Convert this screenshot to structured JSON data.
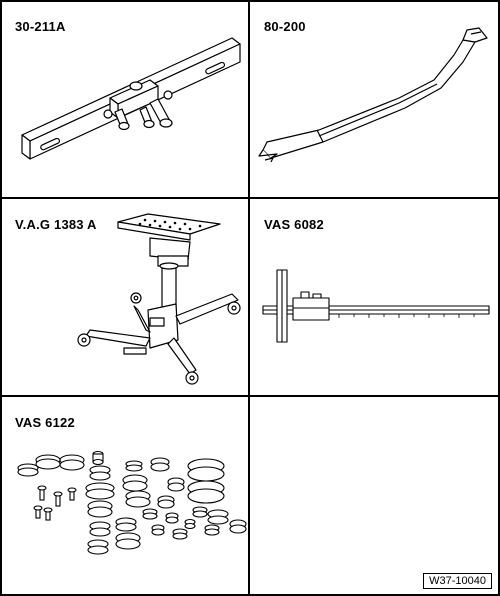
{
  "tools": [
    {
      "id": "30-211A",
      "label": "30-211A",
      "icon": "adapter-bar-icon"
    },
    {
      "id": "80-200",
      "label": "80-200",
      "icon": "pry-lever-icon"
    },
    {
      "id": "VAG1383A",
      "label": "V.A.G 1383 A",
      "icon": "transmission-jack-icon"
    },
    {
      "id": "VAS6082",
      "label": "VAS 6082",
      "icon": "depth-gauge-icon"
    },
    {
      "id": "VAS6122",
      "label": "VAS 6122",
      "icon": "seal-installer-set-icon"
    },
    {
      "id": "empty",
      "label": "",
      "icon": ""
    }
  ],
  "figure_code": "W37-10040",
  "colors": {
    "line": "#000000",
    "background": "#ffffff"
  }
}
